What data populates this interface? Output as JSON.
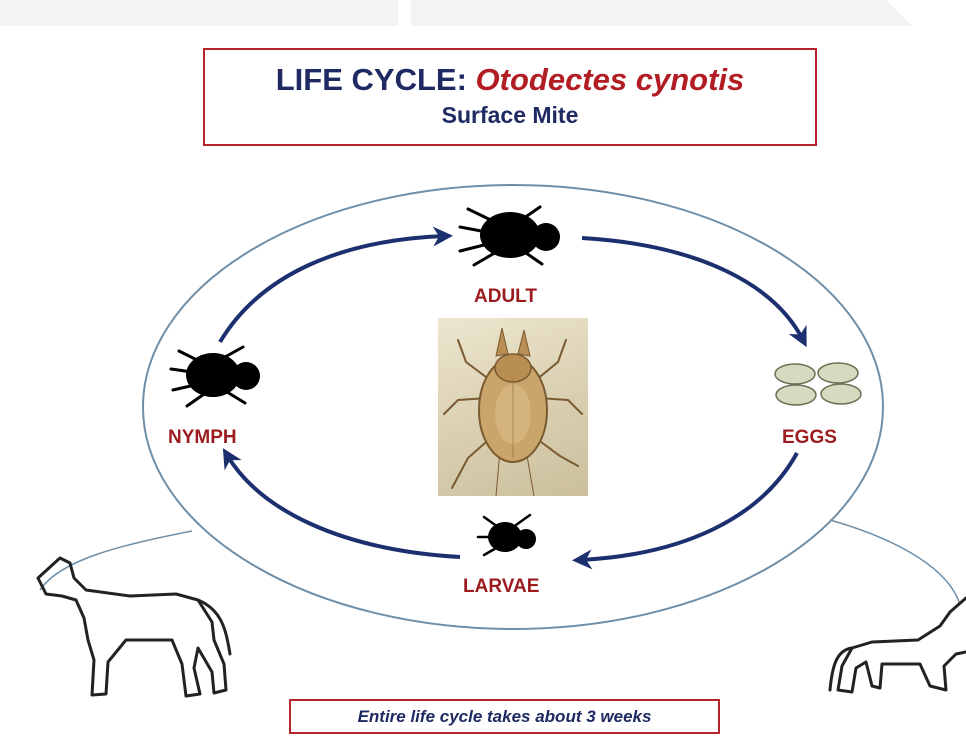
{
  "title": {
    "prefix": "LIFE CYCLE: ",
    "species": "Otodectes cynotis",
    "subtitle": "Surface Mite"
  },
  "stages": {
    "adult": "ADULT",
    "eggs": "EGGS",
    "larvae": "LARVAE",
    "nymph": "NYMPH"
  },
  "footer": "Entire life cycle takes about 3 weeks",
  "colors": {
    "title_navy": "#1f2a63",
    "species_red": "#b21d24",
    "label_red": "#9b1b1f",
    "box_border": "#b5242a",
    "arrow_navy": "#1c2f6e",
    "cycle_outline": "#6f8fa8"
  }
}
